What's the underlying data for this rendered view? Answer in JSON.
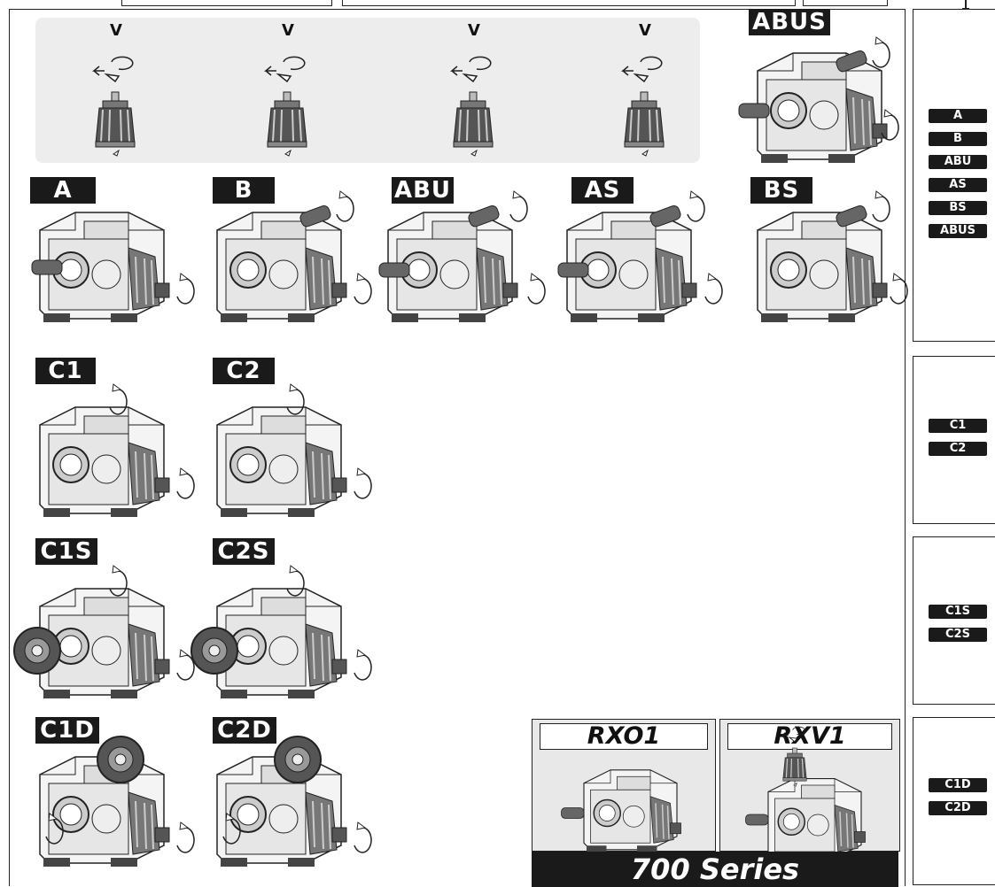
{
  "vertical_strip": {
    "labels": [
      "V",
      "V",
      "V",
      "V"
    ]
  },
  "tags": {
    "abus": "ABUS",
    "a": "A",
    "b": "B",
    "abu": "ABU",
    "as": "AS",
    "bs": "BS",
    "c1": "C1",
    "c2": "C2",
    "c1s": "C1S",
    "c2s": "C2S",
    "c1d": "C1D",
    "c2d": "C2D"
  },
  "sidebar": {
    "group1": [
      "A",
      "B",
      "ABU",
      "AS",
      "BS",
      "ABUS"
    ],
    "group2": [
      "C1",
      "C2"
    ],
    "group3": [
      "C1S",
      "C2S"
    ],
    "group4": [
      "C1D",
      "C2D"
    ]
  },
  "rx": {
    "rxo1": "RXO1",
    "rxv1": "RXV1"
  },
  "series_banner": "700 Series",
  "colors": {
    "tag_bg": "#1a1a1a",
    "panel_bg": "#ededed",
    "rx_bg": "#e8e8e8"
  }
}
